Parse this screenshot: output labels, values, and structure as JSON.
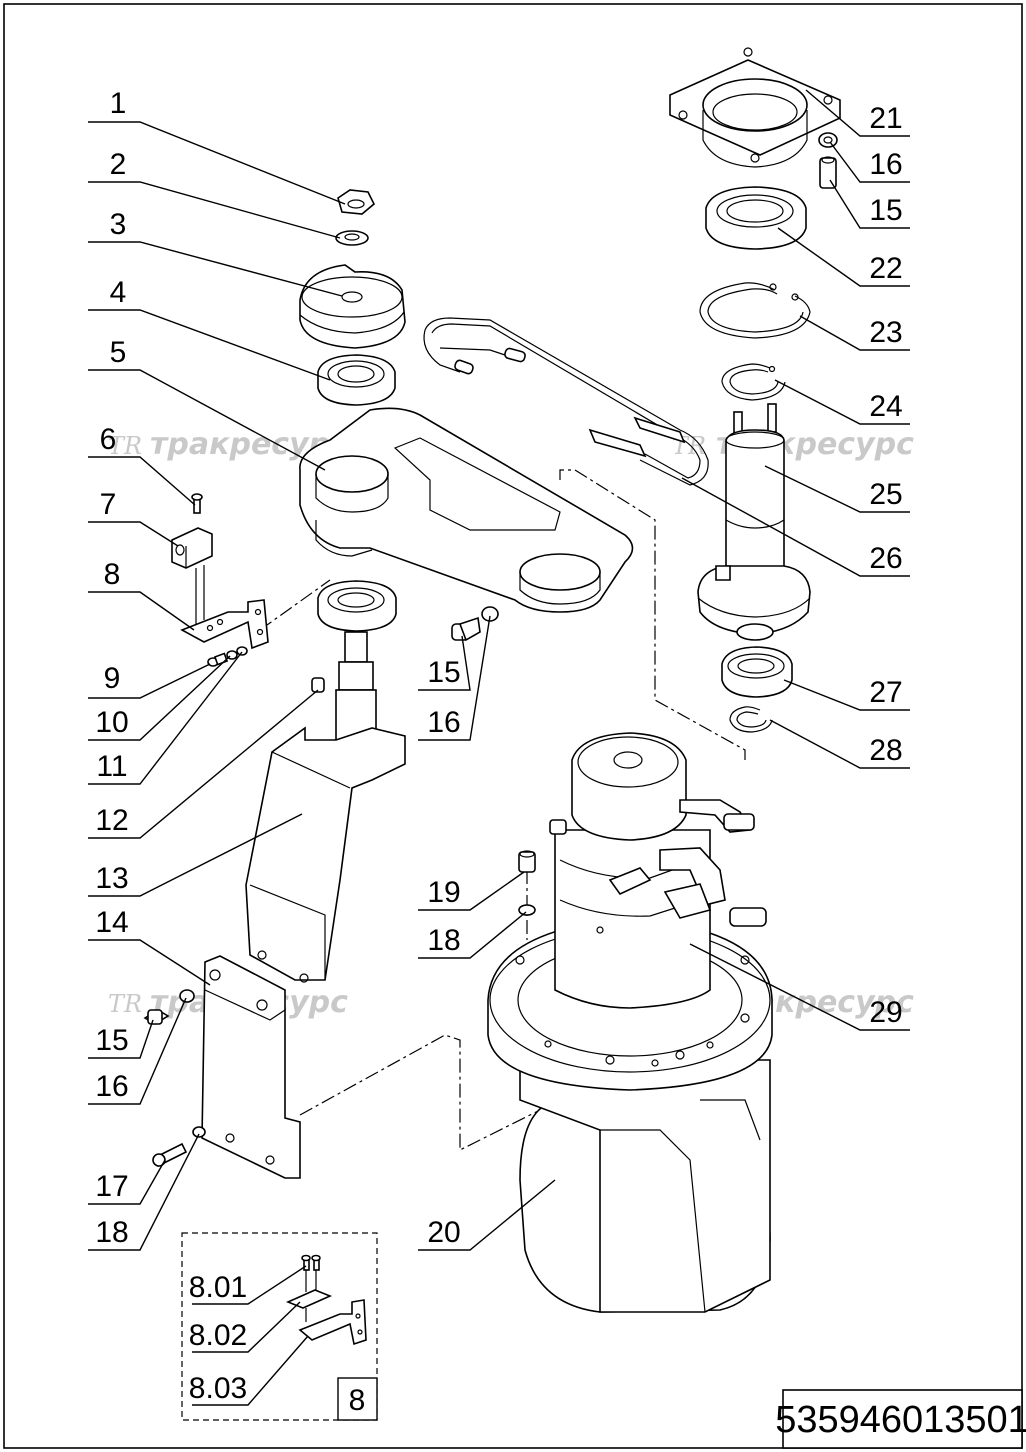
{
  "labels": {
    "p1": "1",
    "p2": "2",
    "p3": "3",
    "p4": "4",
    "p5": "5",
    "p6": "6",
    "p7": "7",
    "p8": "8",
    "p9": "9",
    "p10": "10",
    "p11": "11",
    "p12": "12",
    "p13": "13",
    "p14": "14",
    "p15a": "15",
    "p16a": "16",
    "p15b": "15",
    "p16b": "16",
    "p17": "17",
    "p18a": "18",
    "p19": "19",
    "p18b": "18",
    "p20": "20",
    "p21": "21",
    "p16c": "16",
    "p15c": "15",
    "p22": "22",
    "p23": "23",
    "p24": "24",
    "p25": "25",
    "p26": "26",
    "p27": "27",
    "p28": "28",
    "p29": "29",
    "p801": "8.01",
    "p802": "8.02",
    "p803": "8.03",
    "p8box": "8"
  },
  "watermark": {
    "logo": "TR",
    "text": "тракресурс"
  },
  "part_number": "535946013501",
  "colors": {
    "line": "#000000",
    "watermark": "#c9c9c9",
    "background": "#ffffff"
  }
}
